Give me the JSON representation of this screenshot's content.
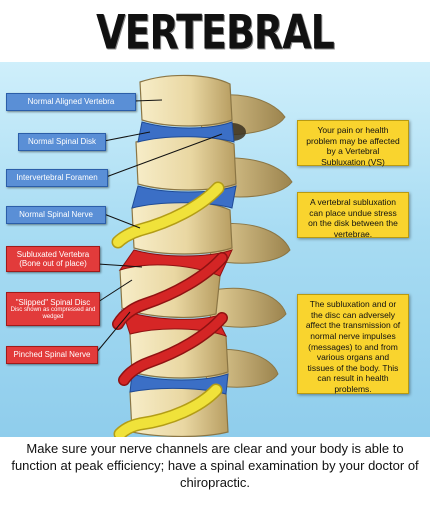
{
  "title": "VERTEBRAL SUBLUXATION",
  "labels": {
    "normal_aligned_vertebra": "Normal Aligned Vertebra",
    "normal_spinal_disk": "Normal Spinal Disk",
    "intervertebral_foramen": "Intervertebral Foramen",
    "normal_spinal_nerve": "Normal Spinal Nerve",
    "subluxated_vertebra": "Subluxated Vertebra",
    "subluxated_vertebra_sub": "(Bone out of place)",
    "slipped_spinal_disc": "\"Slipped\" Spinal Disc",
    "slipped_spinal_disc_sub": "Disc shown as compressed and wedged",
    "pinched_spinal_nerve": "Pinched Spinal Nerve"
  },
  "notes": {
    "note1": "Your pain or health problem may be affected by a Vertebral Subluxation (VS)",
    "note2": "A vertebral subluxation can place undue stress on the disk between the vertebrae.",
    "note3": "The subluxation and or the disc can adversely affect the transmission of normal nerve impulses (messages) to and from various organs and tissues of the body. This can result in health problems."
  },
  "footer": "Make sure your nerve channels are clear and your body is able to function at peak efficiency; have a spinal examination by your doctor of chiropractic.",
  "colors": {
    "background": "#a8dcf3",
    "blue_label": "#5a8fd6",
    "red_label": "#e23b3b",
    "note": "#f9d42e",
    "bone": "#efe1b4",
    "disc_normal": "#3b6fc6",
    "disc_slipped": "#d62626",
    "nerve_normal": "#f0e23a",
    "nerve_pinched": "#d42525"
  }
}
